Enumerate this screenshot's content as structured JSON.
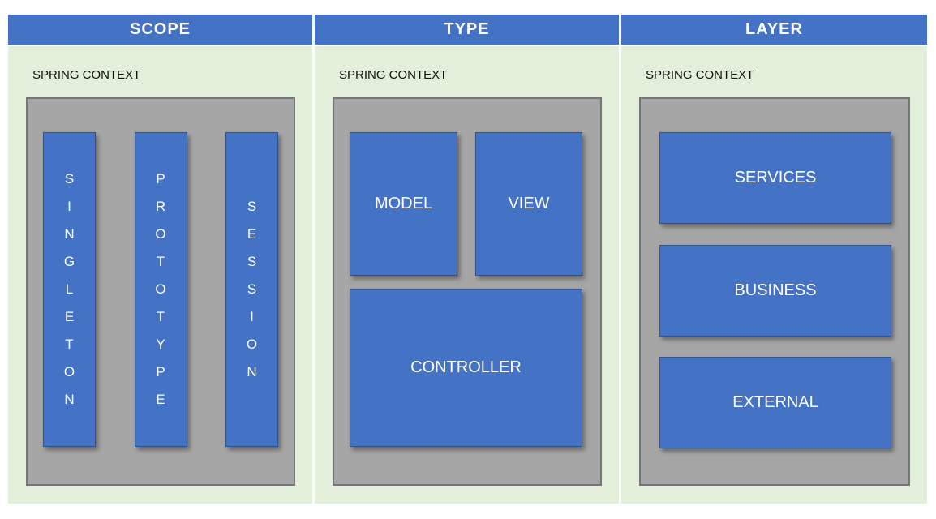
{
  "colors": {
    "header_blue": "#4472C4",
    "bean_blue": "#4472C4",
    "bean_border_blue": "#2F528F",
    "panel_green": "#E2EFDA",
    "container_gray": "#A6A6A6",
    "container_border_gray": "#757575",
    "header_text": "#FFFFFF",
    "bean_text": "#FFFFFF",
    "context_label_text": "#121212"
  },
  "columns": [
    {
      "header": "SCOPE",
      "context_label": "SPRING CONTEXT",
      "boxes": [
        "SINGLETON",
        "PROTOTYPE",
        "SESSION"
      ]
    },
    {
      "header": "TYPE",
      "context_label": "SPRING CONTEXT",
      "boxes_top": [
        "MODEL",
        "VIEW"
      ],
      "box_bottom": "CONTROLLER"
    },
    {
      "header": "LAYER",
      "context_label": "SPRING CONTEXT",
      "boxes": [
        "SERVICES",
        "BUSINESS",
        "EXTERNAL"
      ]
    }
  ]
}
